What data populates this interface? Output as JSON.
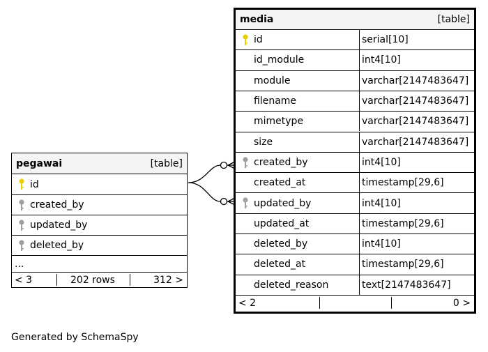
{
  "tables": {
    "pegawai": {
      "name": "pegawai",
      "type": "[table]",
      "columns": [
        {
          "name": "id",
          "key": "primary"
        },
        {
          "name": "created_by",
          "key": "foreign"
        },
        {
          "name": "updated_by",
          "key": "foreign"
        },
        {
          "name": "deleted_by",
          "key": "foreign"
        }
      ],
      "more": "...",
      "footer": {
        "left": "< 3",
        "middle": "202 rows",
        "right": "312 >"
      }
    },
    "media": {
      "name": "media",
      "type": "[table]",
      "columns": [
        {
          "name": "id",
          "dtype": "serial[10]",
          "key": "primary"
        },
        {
          "name": "id_module",
          "dtype": "int4[10]",
          "key": "none"
        },
        {
          "name": "module",
          "dtype": "varchar[2147483647]",
          "key": "none"
        },
        {
          "name": "filename",
          "dtype": "varchar[2147483647]",
          "key": "none"
        },
        {
          "name": "mimetype",
          "dtype": "varchar[2147483647]",
          "key": "none"
        },
        {
          "name": "size",
          "dtype": "varchar[2147483647]",
          "key": "none"
        },
        {
          "name": "created_by",
          "dtype": "int4[10]",
          "key": "foreign"
        },
        {
          "name": "created_at",
          "dtype": "timestamp[29,6]",
          "key": "none"
        },
        {
          "name": "updated_by",
          "dtype": "int4[10]",
          "key": "foreign"
        },
        {
          "name": "updated_at",
          "dtype": "timestamp[29,6]",
          "key": "none"
        },
        {
          "name": "deleted_by",
          "dtype": "int4[10]",
          "key": "none"
        },
        {
          "name": "deleted_at",
          "dtype": "timestamp[29,6]",
          "key": "none"
        },
        {
          "name": "deleted_reason",
          "dtype": "text[2147483647]",
          "key": "none"
        }
      ],
      "footer": {
        "left": "< 2",
        "middle": "",
        "right": "0 >"
      }
    }
  },
  "relations": [
    {
      "from": "pegawai.id",
      "to": "media.created_by"
    },
    {
      "from": "pegawai.id",
      "to": "media.updated_by"
    }
  ],
  "generated_by": "Generated by SchemaSpy",
  "colors": {
    "primary_key": "#e8d300",
    "foreign_key": "#a0a0a0",
    "header_bg": "#f4f4f4"
  },
  "icons": {
    "primary_key": "key-icon",
    "foreign_key": "key-icon"
  }
}
